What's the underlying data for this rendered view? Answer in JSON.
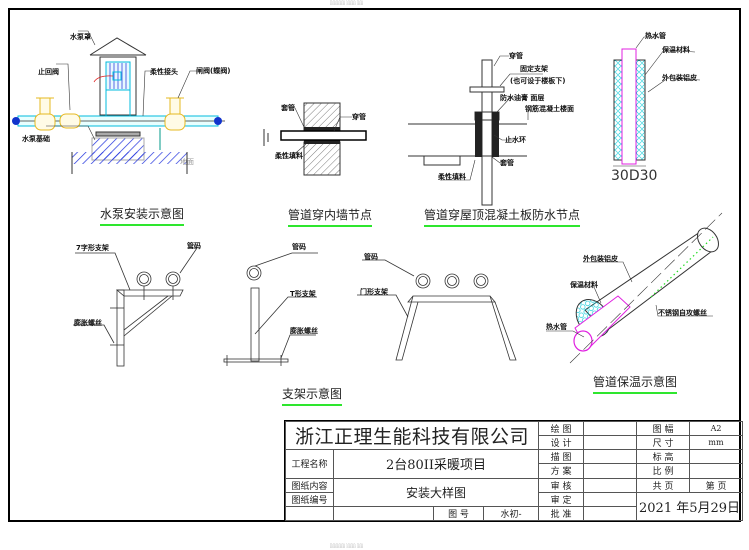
{
  "header_note": "░░░░░ ░░░ ░░",
  "drawings": {
    "pump": {
      "caption": "水泵安装示意图",
      "labels": {
        "cover": "水泵罩",
        "check_valve": "止回阀",
        "flex_joint": "柔性接头",
        "gate_valve": "闸阀(蝶阀)",
        "foundation": "水泵基础",
        "floor": "地面"
      }
    },
    "wall": {
      "caption": "管道穿内墙节点",
      "labels": {
        "sleeve": "套管",
        "pipe": "穿管",
        "sealant": "柔性填料"
      }
    },
    "roof": {
      "caption": "管道穿屋顶混凝土板防水节点",
      "labels": {
        "pipe": "穿管",
        "fixed_support": "固定支架",
        "support_note": "(也可设于楼板下)",
        "waterproof": "防水油膏 面层",
        "concrete": "钢筋混凝土楼面",
        "water_ring": "止水环",
        "sleeve": "套管",
        "filler": "柔性填料"
      }
    },
    "insulation_section": {
      "labels": {
        "hot_pipe": "热水管",
        "insulation": "保温材料",
        "cladding": "外包装铝皮"
      },
      "dimension": "30D30"
    },
    "supports": {
      "caption": "支架示意图",
      "labels": {
        "seven_bracket": "7字形支架",
        "clamp": "管码",
        "anchor_bolt": "膨胀螺丝",
        "t_bracket": "T形支架",
        "door_bracket": "门形支架"
      }
    },
    "insulation": {
      "caption": "管道保温示意图",
      "labels": {
        "cladding": "外包装铝皮",
        "insulation": "保温材料",
        "screw": "不锈钢自攻螺丝",
        "hot_pipe": "热水管"
      }
    }
  },
  "title_block": {
    "company": "浙江正理生能科技有限公司",
    "project_label": "工程名称",
    "project_value": "2台80II采暖项目",
    "content_label": "图纸内容",
    "number_label": "图纸编号",
    "content_value": "安装大样图",
    "drawing_no_label": "图  号",
    "drawing_no_value": "水初-",
    "roles": [
      "绘 图",
      "设 计",
      "描 图",
      "方 案",
      "审 核",
      "审 定",
      "批 准"
    ],
    "sheet_size_label": "图 幅",
    "sheet_size_value": "A2",
    "unit_label": "尺 寸",
    "unit_value": "mm",
    "elevation_label": "标 高",
    "scale_label": "比 例",
    "total_pages_label": "共 页",
    "page_label": "第 页",
    "date": "2021 年5月29日"
  }
}
